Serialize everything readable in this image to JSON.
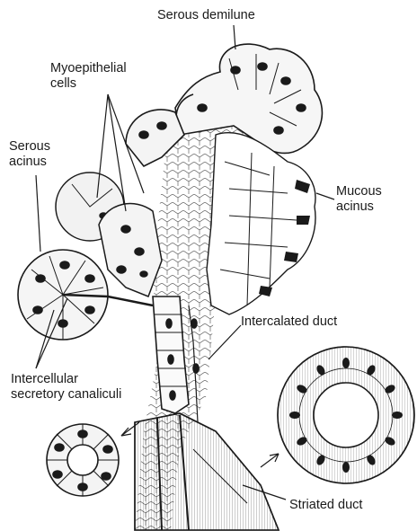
{
  "labels": {
    "serous_demilune": "Serous demilune",
    "myoepithelial": [
      "Myoepithelial",
      "cells"
    ],
    "serous_acinus": [
      "Serous",
      "acinus"
    ],
    "mucous_acinus": [
      "Mucous",
      "acinus"
    ],
    "intercalated_duct": "Intercalated duct",
    "intercellular_canaliculi": [
      "Intercellular",
      "secretory canaliculi"
    ],
    "striated_duct": "Striated duct"
  },
  "colors": {
    "ink": "#1a1a1a",
    "paper": "#ffffff"
  }
}
